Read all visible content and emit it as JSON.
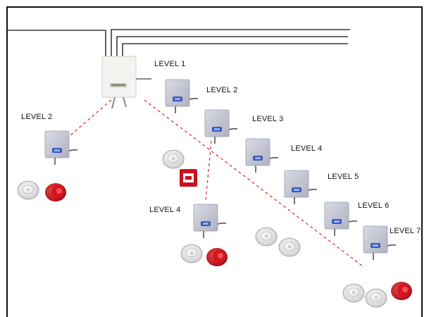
{
  "diagram": {
    "labels": {
      "main_panel": "LEVEL 1",
      "left_panel": "LEVEL 2",
      "panel_2": "LEVEL 2",
      "panel_3": "LEVEL 3",
      "panel_4": "LEVEL 4",
      "panel_5": "LEVEL 5",
      "panel_6": "LEVEL 6",
      "panel_7": "LEVEL 7",
      "branch_panel": "LEVEL 4"
    },
    "link_style": "dashed",
    "colors": {
      "frame_line": "#111111",
      "link_line": "#d8232a",
      "panel_body": "#c9cbd6",
      "panel_led": "#3d57b8",
      "detector": "#e9e9e9",
      "sounder": "#c8101e",
      "callpoint": "#c8101e"
    },
    "icons": [
      "control-panel-icon",
      "loop-panel-icon",
      "smoke-detector-icon",
      "sounder-icon",
      "manual-call-point-icon"
    ]
  }
}
